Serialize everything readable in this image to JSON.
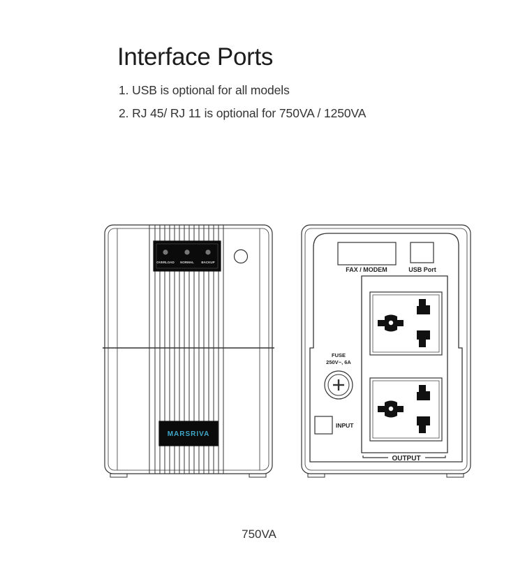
{
  "header": {
    "title": "Interface Ports",
    "notes": [
      "1. USB is optional for all models",
      "2. RJ 45/ RJ 11 is optional for 750VA / 1250VA"
    ]
  },
  "front_panel": {
    "indicators": [
      "OVERLOAD",
      "NORMAL",
      "BACKUP"
    ],
    "brand": "MARSRIVA"
  },
  "back_panel": {
    "fax_modem_label": "FAX / MODEM",
    "usb_label": "USB Port",
    "fuse_label_line1": "FUSE",
    "fuse_label_line2": "250V~, 6A",
    "input_label": "INPUT",
    "output_label": "OUTPUT"
  },
  "caption": "750VA",
  "colors": {
    "line": "#333333",
    "panel": "#0b0b0b",
    "brand": "#3fa9c9"
  }
}
